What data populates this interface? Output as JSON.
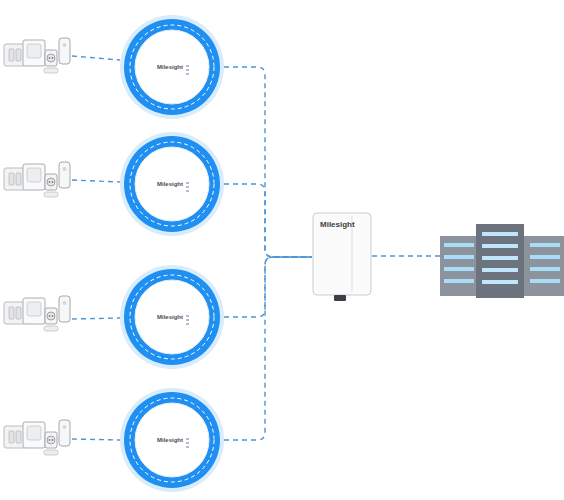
{
  "diagram": {
    "nodes": [
      {
        "text": [
          "Milesight"
        ]
      },
      {
        "text": [
          "Milesight"
        ]
      },
      {
        "text": [
          "Milesight"
        ]
      },
      {
        "text": [
          "Milesight"
        ]
      },
      {
        "text": [
          "Milesight"
        ]
      }
    ],
    "edges": [
      {
        "from": 0,
        "to": 4,
        "arrow": "none"
      },
      {
        "from": 1,
        "to": 4,
        "arrow": "none"
      },
      {
        "from": 2,
        "to": 4,
        "arrow": "none"
      },
      {
        "from": 3,
        "to": 4,
        "arrow": "none"
      }
    ]
  }
}
